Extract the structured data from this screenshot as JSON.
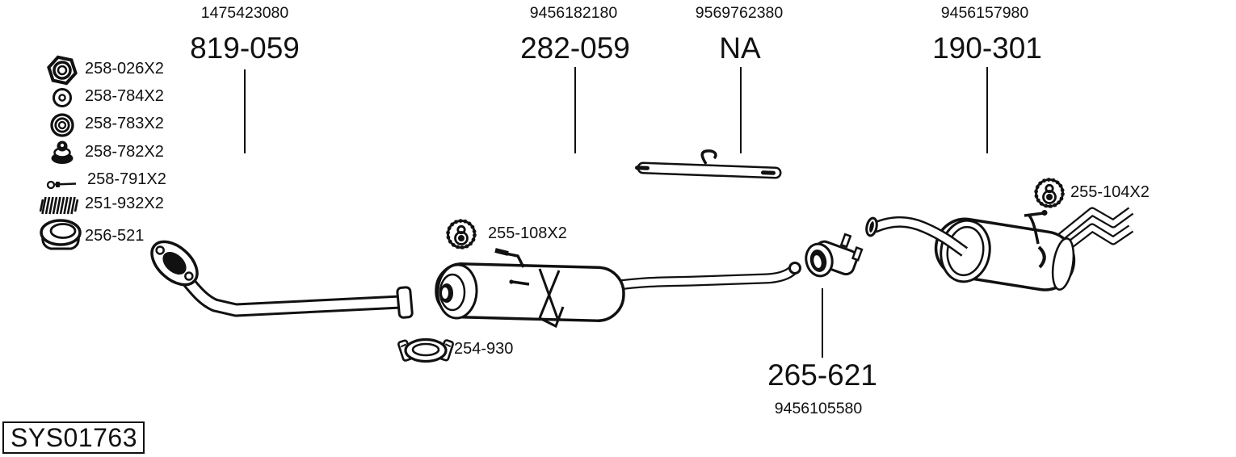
{
  "system_code": "SYS01763",
  "colors": {
    "line": "#111111",
    "background": "#ffffff",
    "text": "#111111"
  },
  "main_parts": [
    {
      "name": "front-pipe",
      "oe_ref": "1475423080",
      "part_number": "819-059"
    },
    {
      "name": "centre-muffler",
      "oe_ref": "9456182180",
      "part_number": "282-059"
    },
    {
      "name": "connecting-pipe",
      "oe_ref": "9569762380",
      "part_number": "NA"
    },
    {
      "name": "rear-muffler",
      "oe_ref": "9456157980",
      "part_number": "190-301"
    }
  ],
  "connector_part": {
    "name": "pipe-connector-clamp",
    "part_number": "265-621",
    "oe_ref": "9456105580"
  },
  "mounting_parts": [
    {
      "part_number": "258-026X2",
      "icon": "hex-nut-icon"
    },
    {
      "part_number": "258-784X2",
      "icon": "washer-icon"
    },
    {
      "part_number": "258-783X2",
      "icon": "ring-washer-icon"
    },
    {
      "part_number": "258-782X2",
      "icon": "rubber-grommet-icon"
    },
    {
      "part_number": "258-791X2",
      "icon": "bolt-icon"
    },
    {
      "part_number": "251-932X2",
      "icon": "spring-icon"
    },
    {
      "part_number": "256-521",
      "icon": "gasket-ring-icon"
    }
  ],
  "hanger_parts": [
    {
      "part_number": "255-108X2",
      "icon": "rubber-hanger-icon"
    },
    {
      "part_number": "254-930",
      "icon": "pipe-clamp-icon"
    },
    {
      "part_number": "255-104X2",
      "icon": "rubber-hanger-icon"
    }
  ]
}
